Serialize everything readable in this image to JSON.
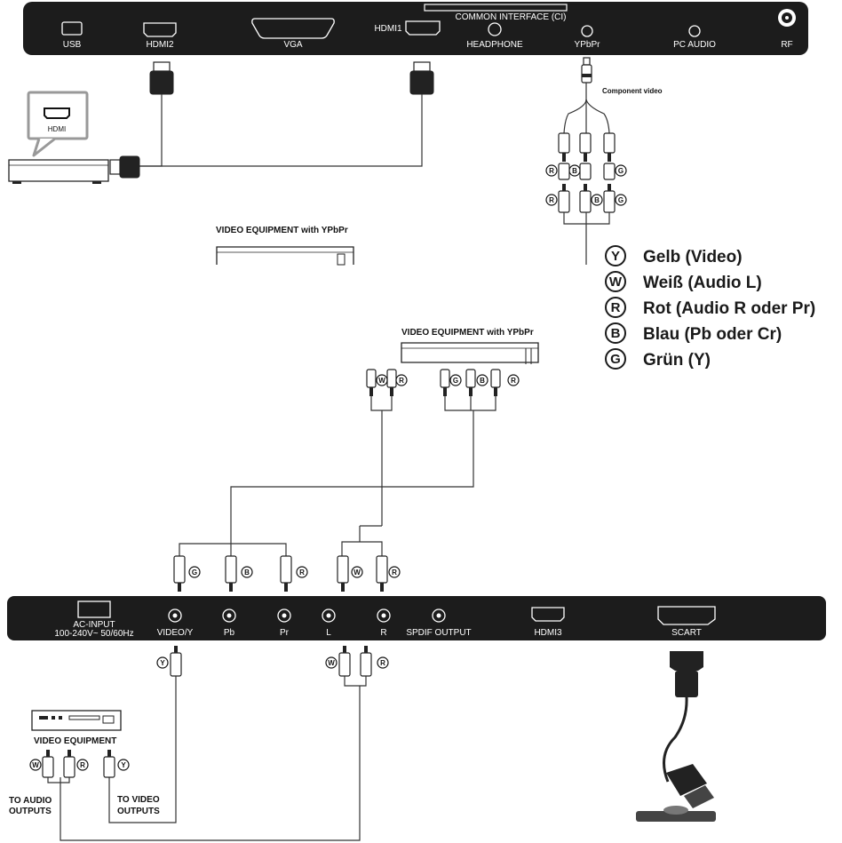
{
  "top_panel": {
    "ports": {
      "usb": "USB",
      "hdmi2": "HDMI2",
      "vga": "VGA",
      "hdmi1": "HDMI1",
      "common_interface": "COMMON INTERFACE (CI)",
      "headphone": "HEADPHONE",
      "ypbpr": "YPbPr",
      "pc_audio": "PC AUDIO",
      "rf": "RF"
    }
  },
  "hdmi_device": {
    "label": "HDMI"
  },
  "component_video_label": "Component video",
  "video_equipment_ypbpr_label": "VIDEO EQUIPMENT with YPbPr",
  "legend": [
    {
      "letter": "Y",
      "text": "Gelb (Video)"
    },
    {
      "letter": "W",
      "text": "Weiß (Audio L)"
    },
    {
      "letter": "R",
      "text": "Rot (Audio R oder Pr)"
    },
    {
      "letter": "B",
      "text": "Blau (Pb oder Cr)"
    },
    {
      "letter": "G",
      "text": "Grün (Y)"
    }
  ],
  "bottom_panel": {
    "ports": {
      "ac_input_line1": "AC-INPUT",
      "ac_input_line2": "100-240V~ 50/60Hz",
      "video_y": "VIDEO/Y",
      "pb": "Pb",
      "pr": "Pr",
      "l": "L",
      "r": "R",
      "spdif": "SPDIF OUTPUT",
      "hdmi3": "HDMI3",
      "scart": "SCART"
    }
  },
  "video_equipment_label": "VIDEO EQUIPMENT",
  "to_audio_outputs_line1": "TO AUDIO",
  "to_audio_outputs_line2": "OUTPUTS",
  "to_video_outputs_line1": "TO VIDEO",
  "to_video_outputs_line2": "OUTPUTS",
  "badges": {
    "g": "G",
    "b": "B",
    "r": "R",
    "w": "W",
    "y": "Y"
  },
  "colors": {
    "panel": "#1c1c1c",
    "wire": "#333333",
    "background": "#ffffff"
  }
}
